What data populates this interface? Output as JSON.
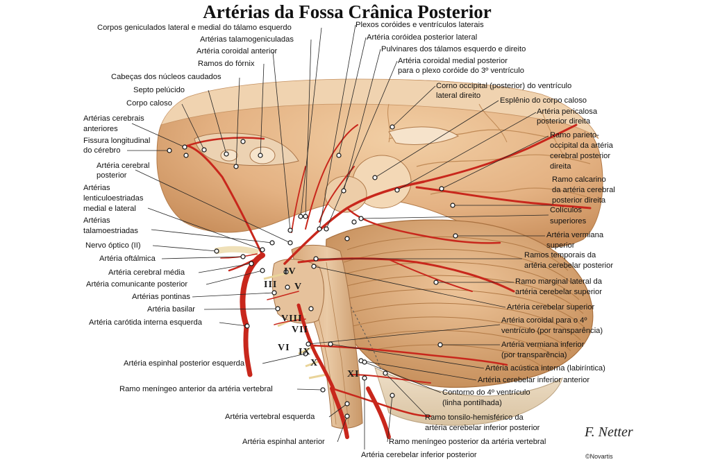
{
  "title": "Artérias da Fossa Crânica Posterior",
  "labels": {
    "l01": "Corpos geniculados lateral e medial do tálamo esquerdo",
    "l02": "Artérias talamogeniculadas",
    "l03": "Artéria coroidal anterior",
    "l04": "Ramos do fórnix",
    "l05": "Cabeças dos núcleos caudados",
    "l06": "Septo pelúcido",
    "l07": "Corpo caloso",
    "l08a": "Artérias cerebrais",
    "l08b": "anteriores",
    "l09a": "Fissura longitudinal",
    "l09b": "do cérebro",
    "l10a": "Artéria cerebral",
    "l10b": "posterior",
    "l11a": "Artérias",
    "l11b": "lenticuloestriadas",
    "l11c": "medial e lateral",
    "l12a": "Artérias",
    "l12b": "talamoestriadas",
    "l13": "Nervo óptico (II)",
    "l14": "Artéria oftálmica",
    "l15": "Artéria cerebral média",
    "l16": "Artéria comunicante posterior",
    "l17": "Artérias pontinas",
    "l18": "Artéria basilar",
    "l19": "Artéria carótida interna esquerda",
    "l20": "Artéria espinhal posterior esquerda",
    "l21": "Ramo meníngeo anterior da artéria vertebral",
    "l22": "Artéria vertebral esquerda",
    "l23": "Artéria espinhal anterior",
    "r01": "Plexos coróides e ventrículos laterais",
    "r02": "Artéria coróidea posterior lateral",
    "r03": "Pulvinares dos tálamos esquerdo e direito",
    "r04a": "Artéria coroidal medial posterior",
    "r04b": "para o plexo coróide do 3º ventrículo",
    "r05a": "Corno occipital (posterior) do ventrículo",
    "r05b": "lateral direito",
    "r06": "Esplênio do corpo caloso",
    "r07a": "Artéria pericalosa",
    "r07b": "posterior direita",
    "r08a": "Ramo parieto-",
    "r08b": "occipital da artéria",
    "r08c": "cerebral posterior",
    "r08d": "direita",
    "r09a": "Ramo calcarino",
    "r09b": "da artéria cerebral",
    "r09c": "posterior direita",
    "r10a": "Colículos",
    "r10b": "superiores",
    "r11a": "Artéria vermiana",
    "r11b": "superior",
    "r12a": "Ramos temporais da",
    "r12b": "artéria cerebelar posterior",
    "r13a": "Ramo marginal lateral da",
    "r13b": "artéria cerebelar superior",
    "r14": "Artéria cerebelar superior",
    "r15a": "Artéria coroidal para o 4º",
    "r15b": "ventrículo (por transparência)",
    "r16a": "Artéria vermiana inferior",
    "r16b": "(por transparência)",
    "r17": "Artéria acústica interna (labiríntica)",
    "r18": "Artéria cerebelar inferior anterior",
    "r19a": "Contorno do 4º ventrículo",
    "r19b": "(linha pontilhada)",
    "r20a": "Ramo tonsilo-hemisférico da",
    "r20b": "artéria cerebelar inferior posterior",
    "r21": "Ramo meníngeo posterior da artéria vertebral",
    "r22": "Artéria cerebelar inferior posterior"
  },
  "nerves": {
    "n4": "IV",
    "n3": "III",
    "n5": "V",
    "n8": "VIII",
    "n7": "VII",
    "n6": "VI",
    "n9": "IX",
    "n10": "X",
    "n11": "XI"
  },
  "signature": "F. Netter",
  "brand": "©Novartis",
  "colors": {
    "artery": "#c8271c",
    "brain": "#e7b98a",
    "cerebellum": "#d9a574",
    "label": "#111111"
  }
}
